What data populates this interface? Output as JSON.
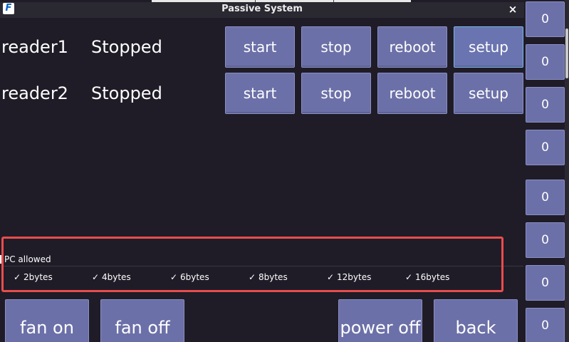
{
  "window": {
    "title": "Passive System",
    "logo_letter": "F",
    "close_symbol": "×"
  },
  "readers": [
    {
      "name": "reader1",
      "status": "Stopped",
      "buttons": {
        "start": "start",
        "stop": "stop",
        "reboot": "reboot",
        "setup": "setup"
      }
    },
    {
      "name": "reader2",
      "status": "Stopped",
      "buttons": {
        "start": "start",
        "stop": "stop",
        "reboot": "reboot",
        "setup": "setup"
      }
    }
  ],
  "pc_allowed": {
    "label": "PC allowed",
    "options": [
      {
        "label": "2bytes",
        "checked": true
      },
      {
        "label": "4bytes",
        "checked": true
      },
      {
        "label": "6bytes",
        "checked": true
      },
      {
        "label": "8bytes",
        "checked": true
      },
      {
        "label": "12bytes",
        "checked": true
      },
      {
        "label": "16bytes",
        "checked": true
      }
    ],
    "check_symbol": "✓"
  },
  "bottom_buttons": {
    "fan_on": "fan on",
    "fan_off": "fan off",
    "power_off": "power off",
    "back": "back"
  },
  "counters": [
    "0",
    "0",
    "0",
    "0",
    "0",
    "0",
    "0",
    "0"
  ],
  "colors": {
    "background": "#1f1c27",
    "button": "#6c70a8",
    "highlight_border": "#79b6e6",
    "annotation_box": "#e84d4d"
  }
}
